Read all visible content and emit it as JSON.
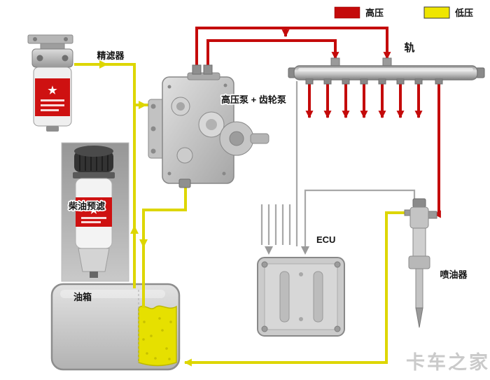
{
  "legend": {
    "high": {
      "label": "高压",
      "color": "#c40a0a"
    },
    "low": {
      "label": "低压",
      "color": "#efe600"
    }
  },
  "labels": {
    "fine_filter": "精滤器",
    "pre_filter": "柴油预滤",
    "pump": "高压泵 + 齿轮泵",
    "rail": "轨",
    "ecu": "ECU",
    "injector": "喷油器",
    "tank": "油箱"
  },
  "icons": {
    "star": "★"
  },
  "watermark": "卡车之家",
  "line_colors": {
    "high_pressure": "#c40a0a",
    "low_pressure": "#ddd600",
    "signal": "#a8a8a8"
  }
}
